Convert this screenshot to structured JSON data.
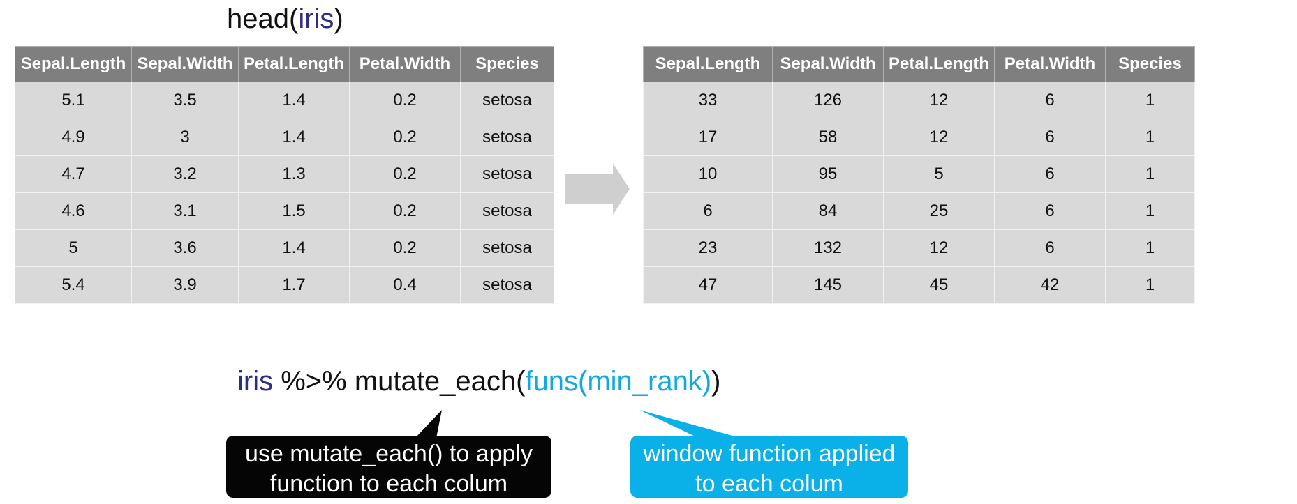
{
  "title": {
    "fn": "head(",
    "arg": "iris",
    "close": ")"
  },
  "left_table": {
    "headers": [
      "Sepal.Length",
      "Sepal.Width",
      "Petal.Length",
      "Petal.Width",
      "Species"
    ],
    "rows": [
      [
        "5.1",
        "3.5",
        "1.4",
        "0.2",
        "setosa"
      ],
      [
        "4.9",
        "3",
        "1.4",
        "0.2",
        "setosa"
      ],
      [
        "4.7",
        "3.2",
        "1.3",
        "0.2",
        "setosa"
      ],
      [
        "4.6",
        "3.1",
        "1.5",
        "0.2",
        "setosa"
      ],
      [
        "5",
        "3.6",
        "1.4",
        "0.2",
        "setosa"
      ],
      [
        "5.4",
        "3.9",
        "1.7",
        "0.4",
        "setosa"
      ]
    ]
  },
  "right_table": {
    "headers": [
      "Sepal.Length",
      "Sepal.Width",
      "Petal.Length",
      "Petal.Width",
      "Species"
    ],
    "rows": [
      [
        "33",
        "126",
        "12",
        "6",
        "1"
      ],
      [
        "17",
        "58",
        "12",
        "6",
        "1"
      ],
      [
        "10",
        "95",
        "5",
        "6",
        "1"
      ],
      [
        "6",
        "84",
        "25",
        "6",
        "1"
      ],
      [
        "23",
        "132",
        "12",
        "6",
        "1"
      ],
      [
        "47",
        "145",
        "45",
        "42",
        "1"
      ]
    ]
  },
  "code": {
    "obj": "iris",
    "pipe": " %>% mutate_each(",
    "inner": "funs(min_rank)",
    "close": ")"
  },
  "callouts": {
    "black": [
      "use mutate_each() to apply",
      "function to each colum"
    ],
    "blue": [
      "window function applied",
      "to each colum"
    ]
  },
  "colors": {
    "header_bg": "#7f7f7f",
    "cell_bg": "#d9d9d9",
    "keyword": "#2e2d84",
    "function_arg": "#13a9e0",
    "callout_black": "#050505",
    "callout_blue": "#0ab0e8",
    "arrow": "#cfcfcf"
  },
  "icons": {
    "transform_arrow": "right-arrow-icon"
  }
}
